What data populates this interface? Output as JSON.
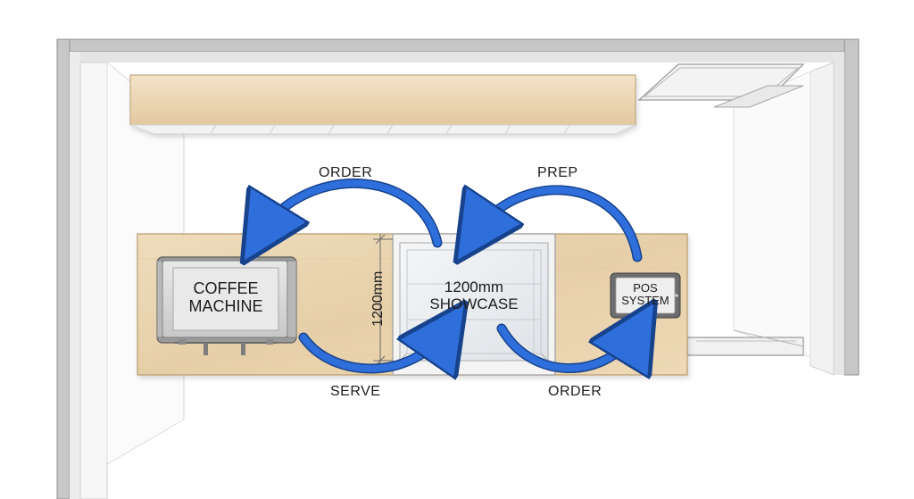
{
  "equipment": {
    "coffee_machine": {
      "line1": "COFFEE",
      "line2": "MACHINE"
    },
    "showcase": {
      "size": "1200mm",
      "name": "SHOWCASE"
    },
    "pos": {
      "line1": "POS",
      "line2": "SYSTEM"
    }
  },
  "dimensions": {
    "showcase_depth": "1200mm"
  },
  "flows": {
    "top_left": "ORDER",
    "top_right": "PREP",
    "bottom_left": "SERVE",
    "bottom_right": "ORDER"
  },
  "colors": {
    "arrow": "#2f6fdc",
    "counter": "#ead6b4",
    "wall": "#c9c9c9",
    "floor": "#ffffff"
  }
}
